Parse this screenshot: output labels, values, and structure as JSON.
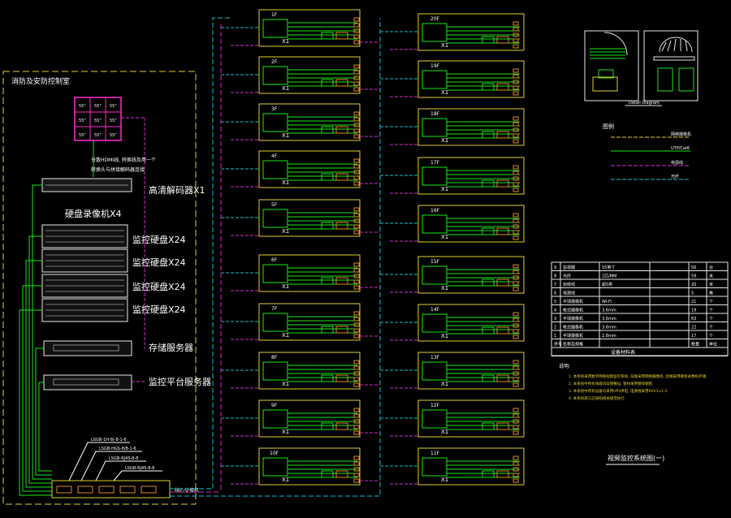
{
  "left_room": {
    "title": "消防及安防控制室",
    "note_line1": "分散HDMI线, 转换线及用一个",
    "note_line2": "转换头与拼接解码器连接",
    "decoder_label": "高清解码器X1",
    "nvr_label": "硬盘录像机X4",
    "hdd_labels": [
      "监控硬盘X24",
      "监控硬盘X24",
      "监控硬盘X24",
      "监控硬盘X24"
    ],
    "storage_label": "存储服务器",
    "platform_label": "监控平台服务器",
    "cables": [
      "LSGB-1H-8/-8-1-6",
      "LSGB-HGS-8/8-1-6",
      "LSGB-RJ45-8-8",
      "LSGB-RJ45-8-8"
    ],
    "core_switch": "核心交换机",
    "video_wall_cells": [
      "55\"",
      "55\"",
      "55\"",
      "55\"",
      "55\"",
      "55\"",
      "55\"",
      "55\"",
      "55\""
    ]
  },
  "column1_units": [
    {
      "floor": "1F",
      "switch": "X1"
    },
    {
      "floor": "2F",
      "switch": "X1"
    },
    {
      "floor": "3F",
      "switch": "X1"
    },
    {
      "floor": "4F",
      "switch": "X1"
    },
    {
      "floor": "5F",
      "switch": "X1"
    },
    {
      "floor": "6F",
      "switch": "X1"
    },
    {
      "floor": "7F",
      "switch": "X1"
    },
    {
      "floor": "8F",
      "switch": "X1"
    },
    {
      "floor": "9F",
      "switch": "X1"
    },
    {
      "floor": "10F",
      "switch": "X1"
    }
  ],
  "column2_units": [
    {
      "floor": "20F",
      "switch": "X1"
    },
    {
      "floor": "19F",
      "switch": "X1"
    },
    {
      "floor": "18F",
      "switch": "X1"
    },
    {
      "floor": "17F",
      "switch": "X1"
    },
    {
      "floor": "16F",
      "switch": "X1"
    },
    {
      "floor": "15F",
      "switch": "X1"
    },
    {
      "floor": "14F",
      "switch": "X1"
    },
    {
      "floor": "13F",
      "switch": "X1"
    },
    {
      "floor": "12F",
      "switch": "X1"
    },
    {
      "floor": "11F",
      "switch": "X1"
    }
  ],
  "unit_box_label": "X1",
  "legend": {
    "title": "图例",
    "items": [
      "网络摄像机",
      "UTP/Cat6",
      "电源线",
      "光纤"
    ]
  },
  "device_table": {
    "rows": [
      {
        "no": "9",
        "name": "监视器",
        "spec": "55英寸",
        "qty": "50",
        "unit": "台"
      },
      {
        "no": "8",
        "name": "光纤",
        "spec": "2芯/MM",
        "qty": "59",
        "unit": "米"
      },
      {
        "no": "7",
        "name": "双绞线",
        "spec": "超5类",
        "qty": "20",
        "unit": "米"
      },
      {
        "no": "6",
        "name": "电源线",
        "spec": "",
        "qty": "5",
        "unit": "卷"
      },
      {
        "no": "5",
        "name": "半球摄像机",
        "spec": "Wi-Fi",
        "qty": "21",
        "unit": "个"
      },
      {
        "no": "4",
        "name": "枪式摄像机",
        "spec": "3.6mm",
        "qty": "19",
        "unit": "个"
      },
      {
        "no": "3",
        "name": "半球摄像机",
        "spec": "3.6mm",
        "qty": "63",
        "unit": "个"
      },
      {
        "no": "2",
        "name": "枪式摄像机",
        "spec": "3.6mm",
        "qty": "22",
        "unit": "个"
      },
      {
        "no": "1",
        "name": "半球摄像机",
        "spec": "2.8mm",
        "qty": "17",
        "unit": "个"
      }
    ],
    "header": {
      "no": "序号",
      "name": "名称及规格",
      "spec": "",
      "qty": "数量",
      "unit": "单位"
    },
    "caption": "设备材料表"
  },
  "notes": {
    "title": "说明:",
    "lines": [
      "1. 本系统采用数字网络视频监控系统, 前端采用网络摄像机, 后端采用硬盘录像机存储.",
      "2. 本系统中所有线缆均穿管敷设, 管材采用镀锌钢管.",
      "3. 本系统中所有设备均采用UPS供电, 电源线采用RVV3×1.5.",
      "4. 本系统施工应按照相关规范执行."
    ]
  },
  "drawing_title": "视频监控系统图(一)",
  "detail_caption": "Detail Diagram"
}
